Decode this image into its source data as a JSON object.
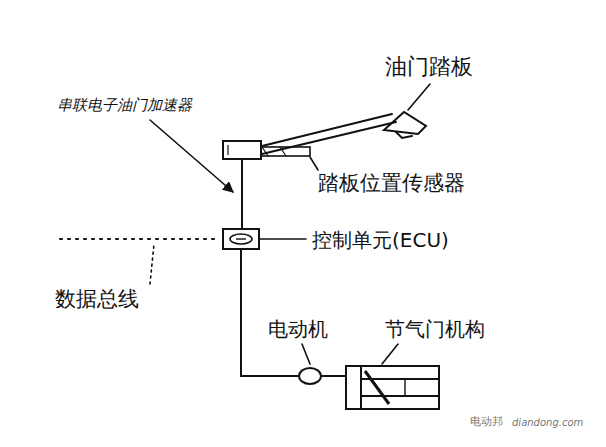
{
  "diagram": {
    "nodes": [
      {
        "text": [
          "踏板位置传感器"
        ]
      },
      {
        "text": [
          "控制单元(ECU)"
        ]
      },
      {
        "text": [
          "电动机"
        ]
      },
      {
        "text": [
          "节气门机构"
        ]
      }
    ],
    "edges": [
      {
        "from": 0,
        "to": 1,
        "arrow": "none"
      },
      {
        "from": 1,
        "to": 2,
        "arrow": "none"
      },
      {
        "from": 2,
        "to": 3,
        "arrow": "none"
      }
    ],
    "labels": [
      "油门踏板",
      "串联电子油门加速器",
      "数据总线",
      "电动邦",
      "diandong.com"
    ]
  }
}
